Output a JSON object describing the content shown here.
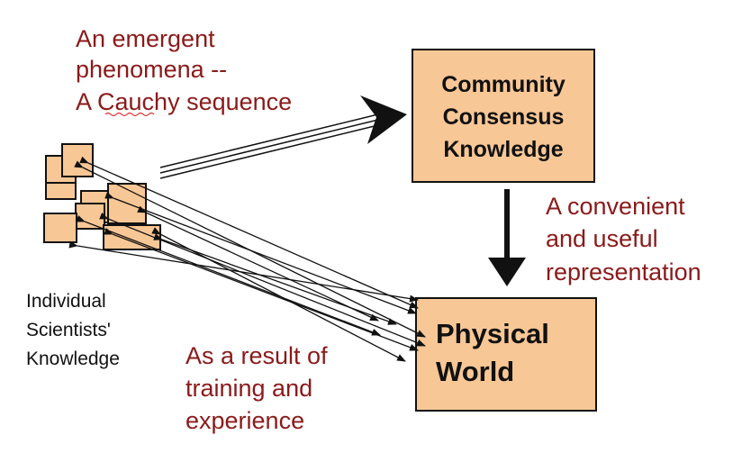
{
  "colors": {
    "box_fill": "#f8c796",
    "annotation_text": "#8b1a1a",
    "main_text": "#111111"
  },
  "emergent_note": {
    "lines": [
      "An emergent",
      "phenomena --",
      "A Cauchy sequence"
    ]
  },
  "consensus_box": {
    "lines": [
      "Community",
      "Consensus",
      "Knowledge"
    ]
  },
  "representation_note": {
    "lines": [
      "A convenient",
      "and useful",
      "representation"
    ]
  },
  "physical_box": {
    "lines": [
      "Physical",
      "World"
    ]
  },
  "individuals_label": {
    "lines": [
      "Individual",
      "Scientists'",
      "Knowledge"
    ]
  },
  "training_note": {
    "lines": [
      "As a result of",
      "training and",
      "experience"
    ]
  }
}
